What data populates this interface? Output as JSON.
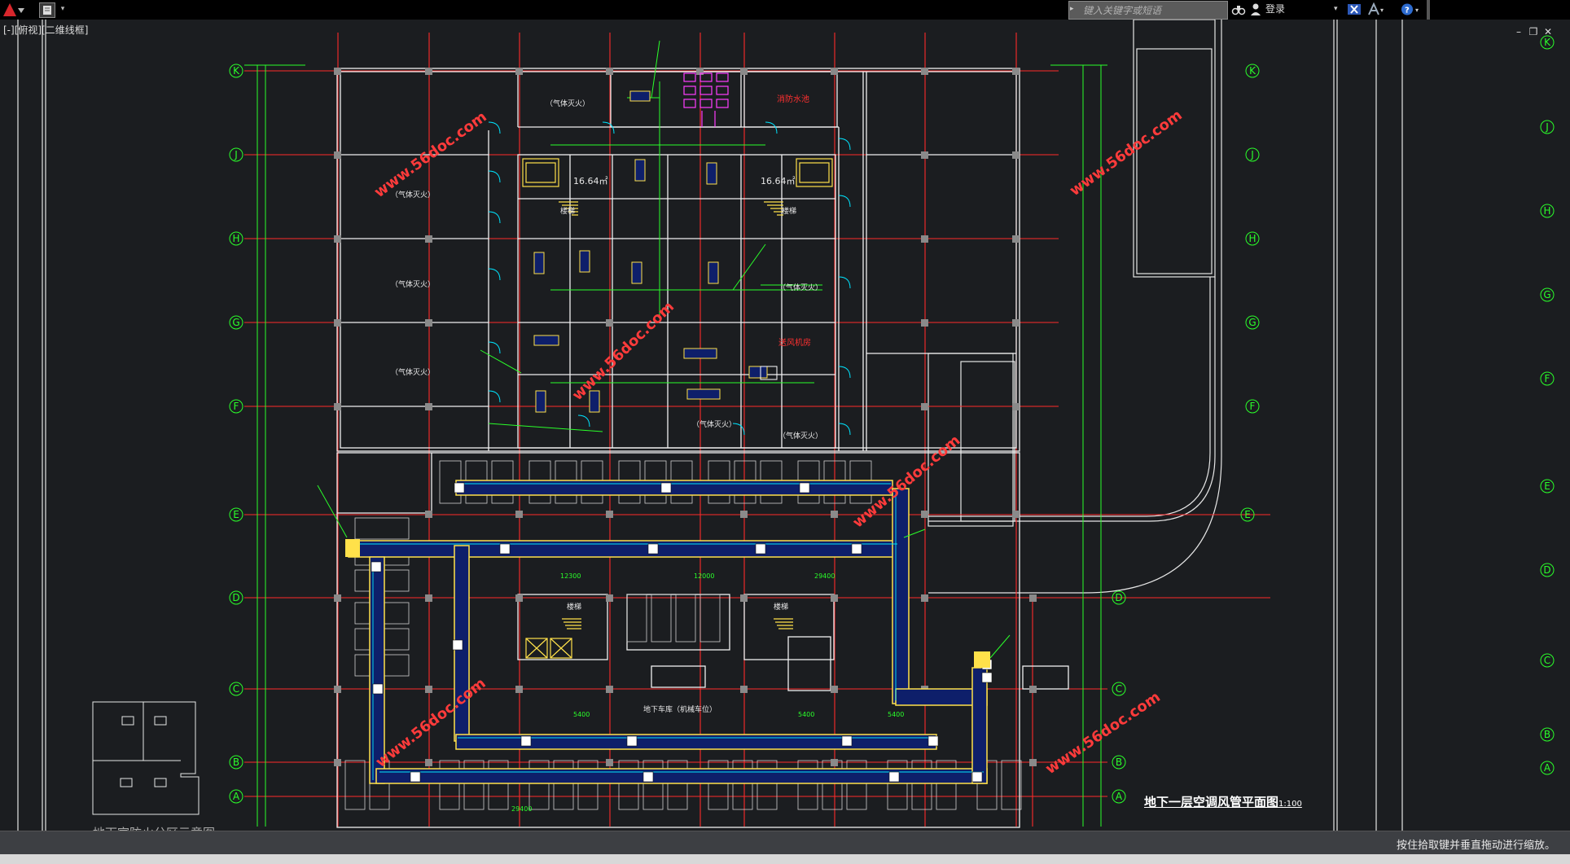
{
  "titlebar": {
    "search_placeholder": "键入关键字或短语",
    "login_label": "登录",
    "qa_arrow": "▾",
    "search_arrow": "▸",
    "login_dropdown": "▾"
  },
  "viewport": {
    "label": "[-][俯视][二维线框]"
  },
  "window_controls": [
    "–",
    "❐",
    "✕"
  ],
  "grid_axes": {
    "rows": [
      "K",
      "J",
      "H",
      "G",
      "F",
      "E",
      "D",
      "C",
      "B",
      "A"
    ],
    "right_rows": [
      "K",
      "J",
      "H",
      "G",
      "F",
      "E",
      "D",
      "C",
      "B",
      "A"
    ]
  },
  "rooms": {
    "area_left": "16.64㎡",
    "area_right": "16.64㎡",
    "red_label_1": "消防水池",
    "red_label_2": "送风机房",
    "parking_label": "地下车库（机械车位）",
    "stair_label": "楼梯",
    "gas_label": "（气体灭火）"
  },
  "dims": {
    "d1": "12300",
    "d2": "12000",
    "d3": "29400",
    "d4": "5400"
  },
  "watermark": "www.56doc.com",
  "drawing_title": {
    "text": "地下一层空调风管平面图",
    "scale": "1:100"
  },
  "legend_caption": "地下室防火分区示意图",
  "statusbar": {
    "text": "按住拾取键并垂直拖动进行缩放。"
  },
  "colors": {
    "background": "#1b1d20",
    "grid": "#ff2a2a",
    "wall": "#ffffff",
    "duct": "#ffe14a",
    "annotation": "#22ff22",
    "accent": "#00e5ff"
  }
}
